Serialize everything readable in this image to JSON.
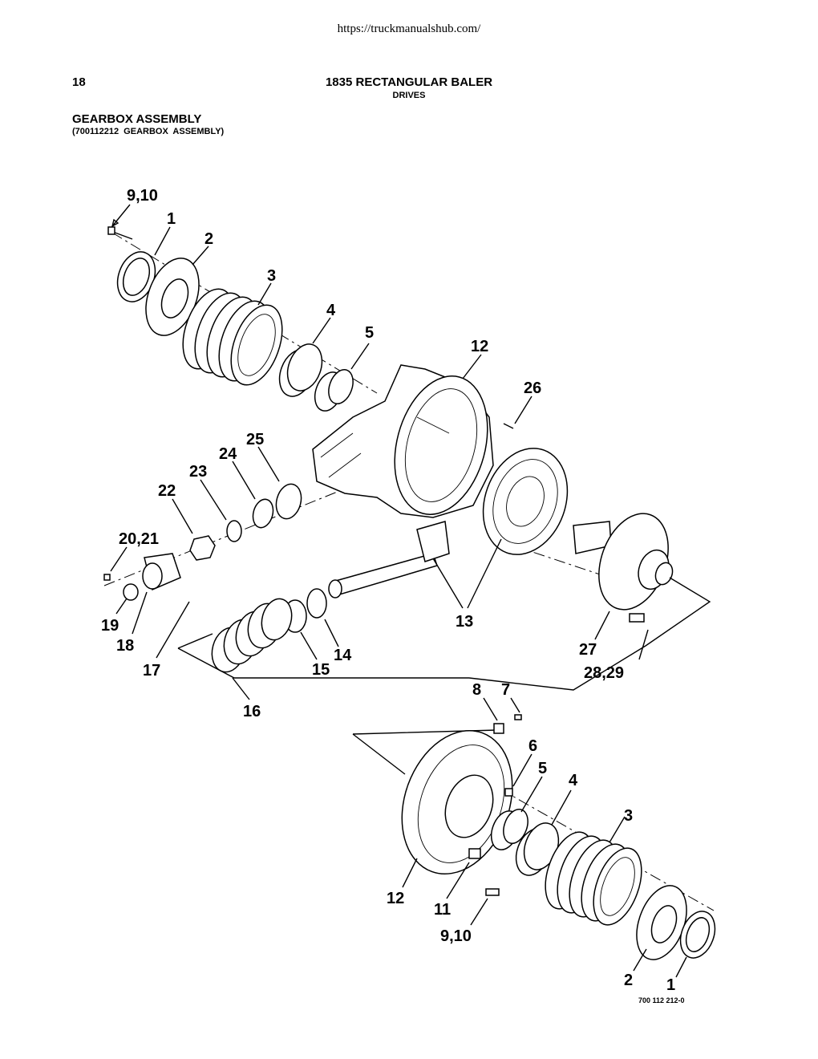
{
  "header": {
    "url": "https://truckmanualshub.com/",
    "page_number": "18",
    "title": "1835 RECTANGULAR BALER",
    "subtitle": "DRIVES"
  },
  "section": {
    "title": "GEARBOX ASSEMBLY",
    "subtitle": "(700112212  GEARBOX  ASSEMBLY)"
  },
  "figure_code": "700 112 212-0",
  "callouts": {
    "c9_10_top": "9,10",
    "c1_top": "1",
    "c2_top": "2",
    "c3_top": "3",
    "c4_top": "4",
    "c5_top": "5",
    "c12_top": "12",
    "c26": "26",
    "c25": "25",
    "c24": "24",
    "c23": "23",
    "c22": "22",
    "c20_21": "20,21",
    "c19": "19",
    "c18": "18",
    "c17": "17",
    "c16": "16",
    "c15": "15",
    "c14": "14",
    "c13": "13",
    "c27": "27",
    "c28_29": "28,29",
    "c8": "8",
    "c7": "7",
    "c6": "6",
    "c5_bot": "5",
    "c4_bot": "4",
    "c3_bot": "3",
    "c12_bot": "12",
    "c11": "11",
    "c9_10_bot": "9,10",
    "c2_bot": "2",
    "c1_bot": "1"
  }
}
